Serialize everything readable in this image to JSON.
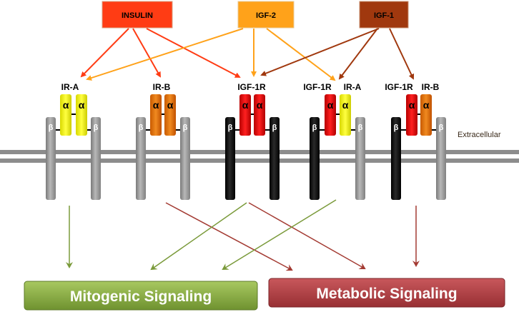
{
  "ligands": {
    "insulin": "INSULIN",
    "igf2": "IGF-2",
    "igf1": "IGF-1"
  },
  "receptors": {
    "r1": {
      "label1": "IR-A",
      "label2": ""
    },
    "r2": {
      "label1": "IR-B",
      "label2": ""
    },
    "r3": {
      "label1": "IGF-1R",
      "label2": ""
    },
    "r4": {
      "label1": "IGF-1R",
      "label2": "IR-A"
    },
    "r5": {
      "label1": "IGF-1R",
      "label2": "IR-B"
    }
  },
  "subunits": {
    "alpha": "α",
    "beta": "β"
  },
  "membrane_label": "Extracellular",
  "outputs": {
    "mitogenic": "Mitogenic Signaling",
    "metabolic": "Metabolic Signaling"
  },
  "colors": {
    "insulin": "#ff3c14",
    "igf2": "#ffa21a",
    "igf1": "#a0380e",
    "ir_a": "#ffff1a",
    "ir_b": "#f07a10",
    "igf1r_alpha": "#ee1111",
    "igf1r_beta": "#111111",
    "ir_beta": "#9a9a9a",
    "mitogenic": "#8bb040",
    "metabolic": "#b5464a",
    "arrow_green": "#7a9a3a",
    "arrow_red": "#a33a32"
  }
}
